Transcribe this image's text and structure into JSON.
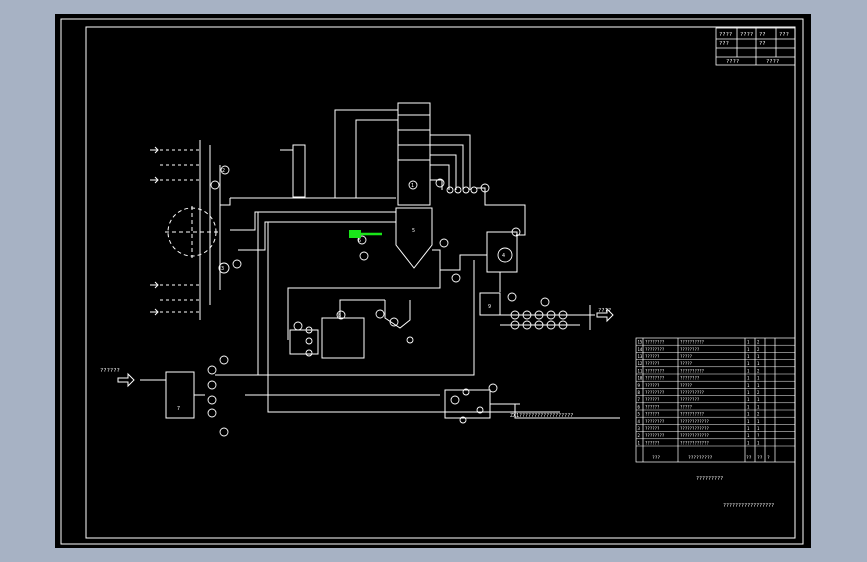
{
  "colors": {
    "viewport_bg": "#a7b2c4",
    "sheet_bg": "#000000",
    "line": "#ffffff",
    "highlight": "#19e619"
  },
  "title_block": {
    "cells": [
      "????",
      "????",
      "??",
      "???",
      "???",
      "??",
      "????",
      "????"
    ]
  },
  "labels": {
    "left_arrow_label": "??????",
    "right_outlet_label": "????",
    "bottom_pipe_label": "ZX1??????????????????",
    "drawing_name": "?????????",
    "footer_title": "?????????????????"
  },
  "components": {
    "main_tank": "1",
    "left_pump_top": "2",
    "left_pump_bottom": "3",
    "right_pump": "4",
    "vessel": "5",
    "small_pump": "6",
    "tank_left": "7",
    "tank_mid": "8",
    "tank_right": "9"
  },
  "bom_table": {
    "rows": [
      {
        "name": "????????",
        "spec": "??????????",
        "qty": "1",
        "note": "2"
      },
      {
        "name": "????????",
        "spec": "????????",
        "qty": "1",
        "note": "2"
      },
      {
        "name": "??????",
        "spec": "?????",
        "qty": "1",
        "note": "1"
      },
      {
        "name": "??????",
        "spec": "?????",
        "qty": "1",
        "note": "1"
      },
      {
        "name": "????????",
        "spec": "??????????",
        "qty": "1",
        "note": "2"
      },
      {
        "name": "????????",
        "spec": "????????",
        "qty": "1",
        "note": "1"
      },
      {
        "name": "??????",
        "spec": "?????",
        "qty": "1",
        "note": "1"
      },
      {
        "name": "????????",
        "spec": "??????????",
        "qty": "1",
        "note": "2"
      },
      {
        "name": "??????",
        "spec": "????????",
        "qty": "1",
        "note": "1"
      },
      {
        "name": "??????",
        "spec": "?????",
        "qty": "1",
        "note": "1"
      },
      {
        "name": "??????",
        "spec": "??????????",
        "qty": "1",
        "note": "2"
      },
      {
        "name": "????????",
        "spec": "????????????",
        "qty": "1",
        "note": "1"
      },
      {
        "name": "??????",
        "spec": "????????????",
        "qty": "1",
        "note": "1"
      },
      {
        "name": "????????",
        "spec": "????????????",
        "qty": "1",
        "note": "?"
      },
      {
        "name": "??????",
        "spec": "????????????",
        "qty": "1",
        "note": "1"
      }
    ],
    "footer": {
      "c1": "???",
      "c2": "?????????",
      "c3": "??",
      "c4": "??",
      "c5": "?"
    }
  }
}
